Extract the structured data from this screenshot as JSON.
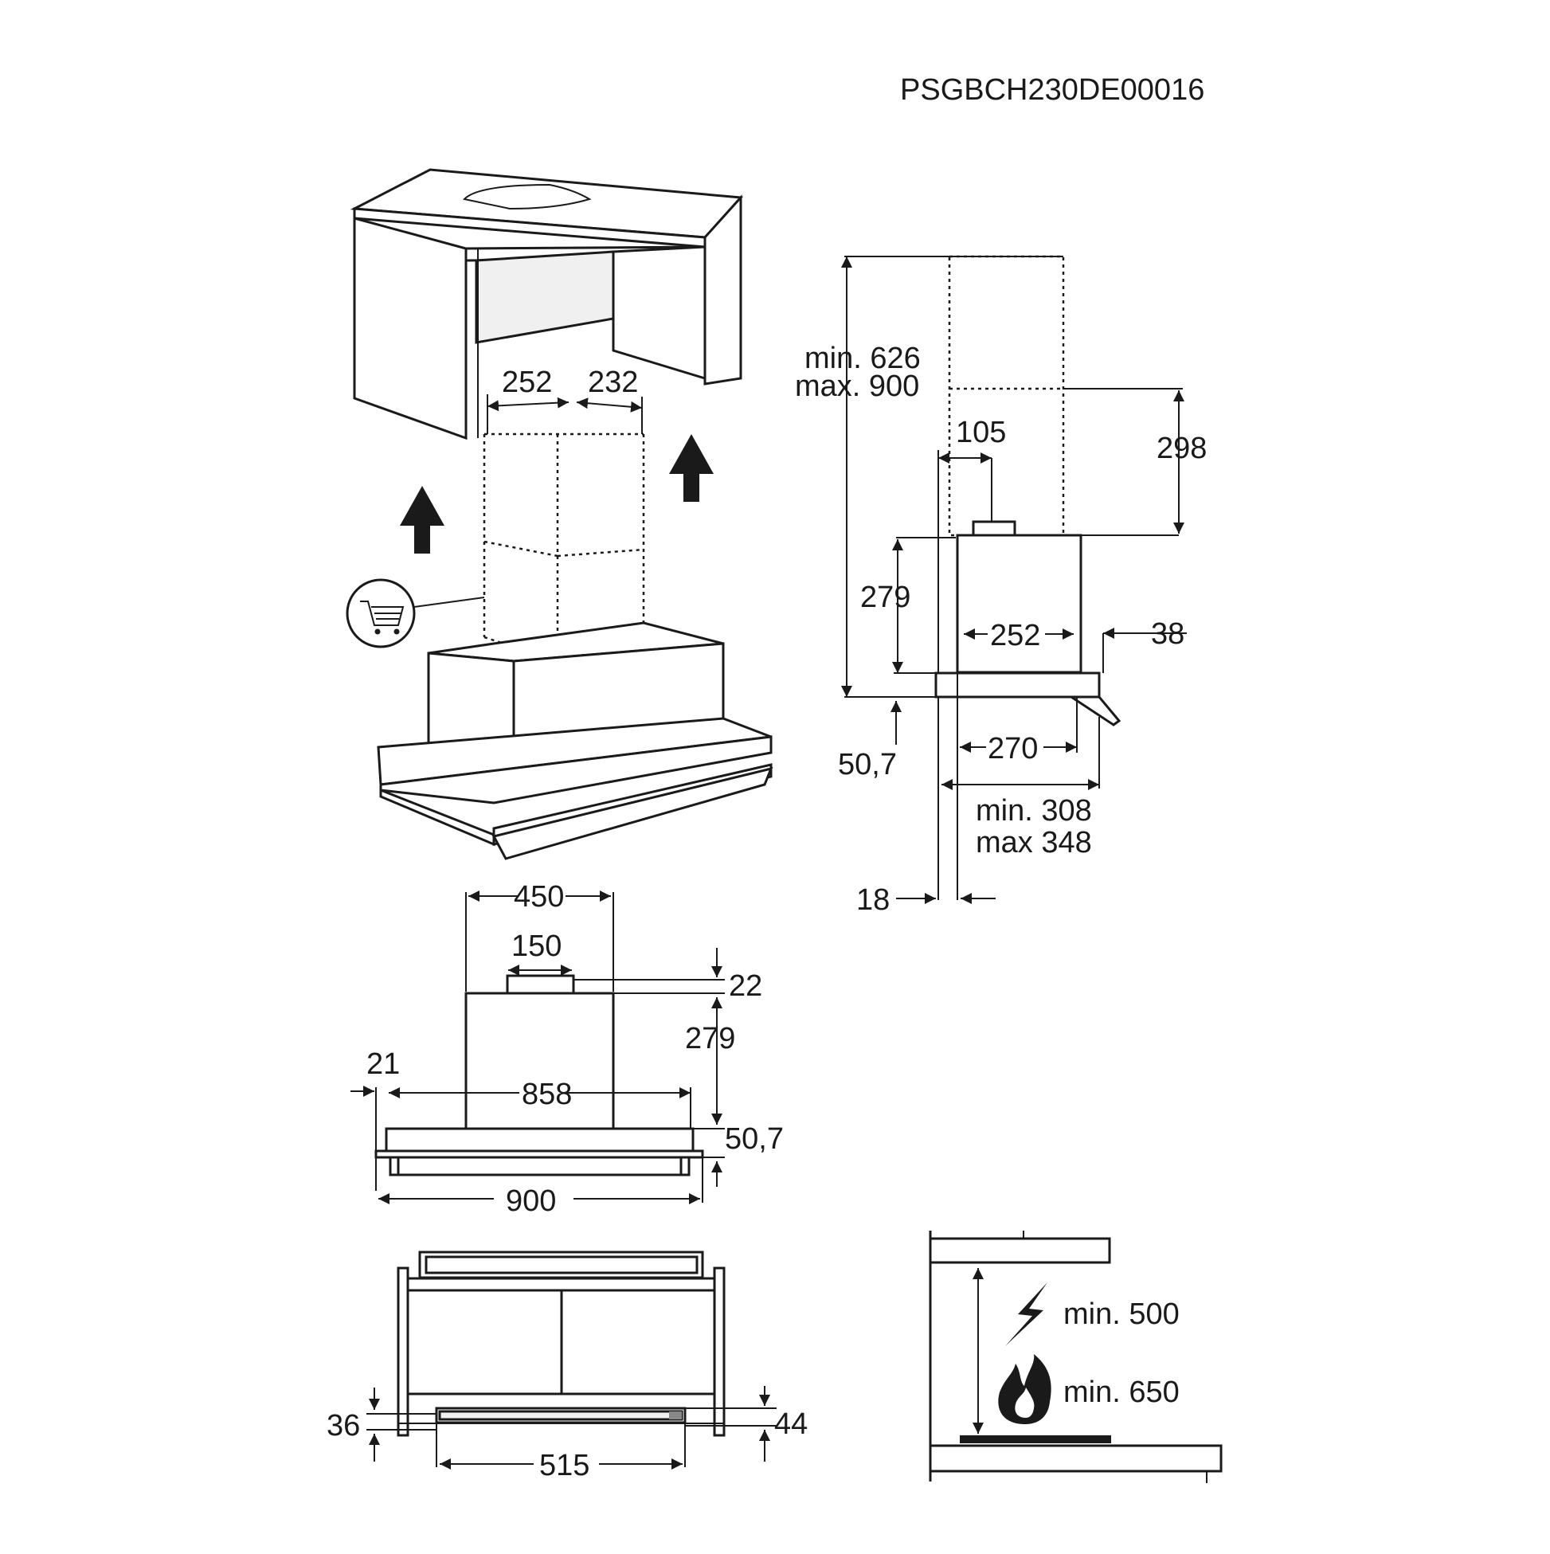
{
  "code": "PSGBCH230DE00016",
  "perspective": {
    "dim_left": "252",
    "dim_right": "232",
    "cart_icon": "shopping-cart-icon",
    "arrow_icon": "arrow-up-icon"
  },
  "side_view": {
    "height_min": "min. 626",
    "height_max": "max. 900",
    "d105": "105",
    "d298": "298",
    "d279": "279",
    "d252": "252",
    "d38": "38",
    "d50_7": "50,7",
    "d270": "270",
    "depth_min": "min. 308",
    "depth_max": "max 348",
    "d18": "18"
  },
  "front_view": {
    "d450": "450",
    "d150": "150",
    "d22": "22",
    "d279": "279",
    "d21": "21",
    "d858": "858",
    "d50_7": "50,7",
    "d900": "900"
  },
  "bottom_view": {
    "d36": "36",
    "d44": "44",
    "d515": "515"
  },
  "clearance": {
    "electric": "min. 500",
    "gas": "min. 650",
    "electric_icon": "lightning-icon",
    "gas_icon": "flame-icon"
  }
}
